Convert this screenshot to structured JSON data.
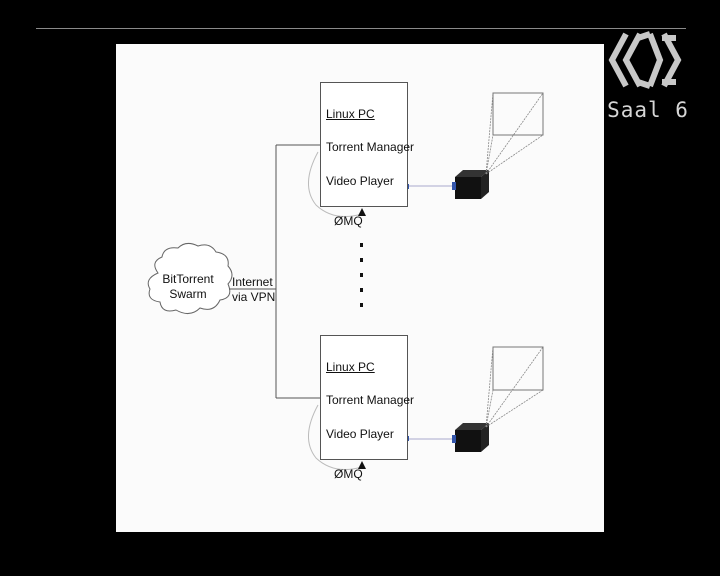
{
  "diagram": {
    "cloud": {
      "line1": "BitTorrent",
      "line2": "Swarm"
    },
    "link": {
      "line1": "Internet",
      "line2": "via VPN"
    },
    "nodes": [
      {
        "title": "Linux PC",
        "manager": "Torrent Manager",
        "player": "Video Player",
        "ipc": "ØMQ"
      },
      {
        "title": "Linux PC",
        "manager": "Torrent Manager",
        "player": "Video Player",
        "ipc": "ØMQ"
      }
    ]
  },
  "branding": {
    "room": "Saal 6",
    "logo_icon": "hexagon-chain-logo"
  },
  "colors": {
    "background": "#000000",
    "slide": "#fbfbfb",
    "lines": "#555555",
    "projector": "#111111",
    "port": "#3355aa"
  }
}
